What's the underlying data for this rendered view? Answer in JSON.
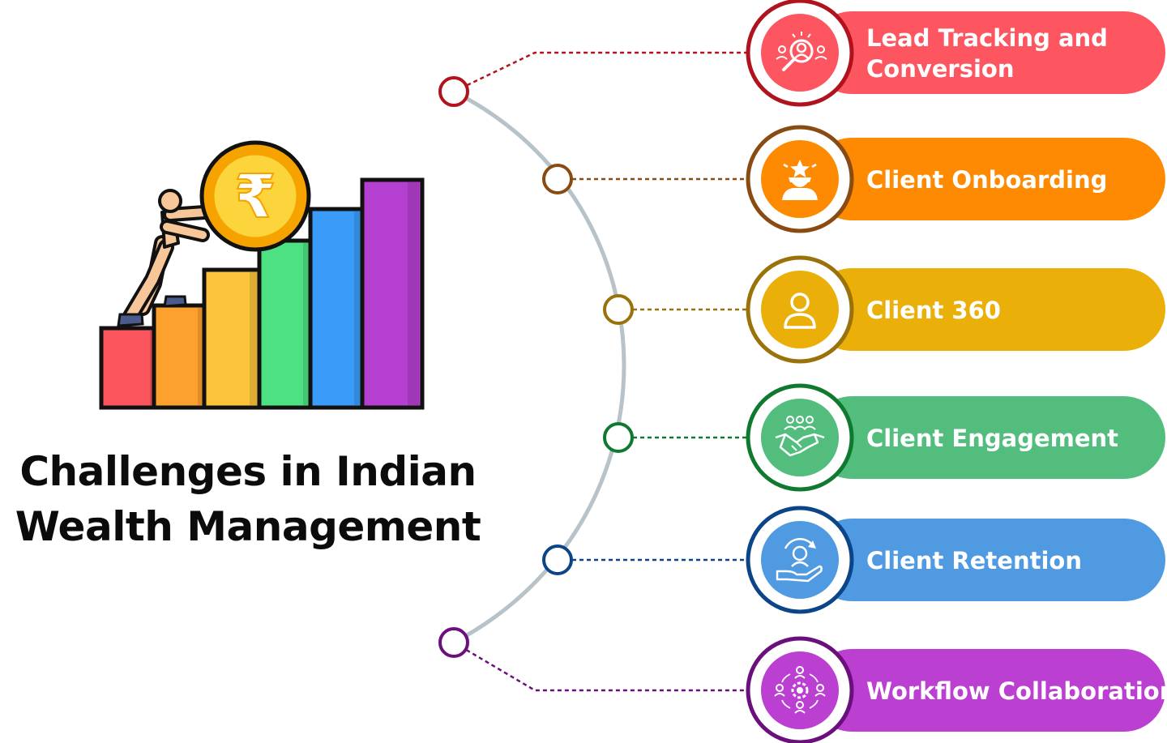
{
  "title": {
    "line1": "Challenges in Indian",
    "line2": "Wealth Management"
  },
  "hero": {
    "icon": "rupee-coin-growth-chart-icon",
    "coin_symbol": "₹",
    "bar_colors": [
      "#fa545c",
      "#fda12e",
      "#fcc43a",
      "#4ee184",
      "#3a9cf8",
      "#b53fd0"
    ]
  },
  "arc_color": "#b8c2c9",
  "items": [
    {
      "label_lines": [
        "Lead Tracking and",
        "Conversion"
      ],
      "icon": "search-people-icon",
      "color": "#fd5661",
      "ring": "#b0121e"
    },
    {
      "label_lines": [
        "Client Onboarding"
      ],
      "icon": "star-user-icon",
      "color": "#fd8a00",
      "ring": "#8a4b12"
    },
    {
      "label_lines": [
        "Client 360"
      ],
      "icon": "user-icon",
      "color": "#ebaf09",
      "ring": "#9a720a"
    },
    {
      "label_lines": [
        "Client Engagement"
      ],
      "icon": "handshake-icon",
      "color": "#53bd7e",
      "ring": "#0f7a2f"
    },
    {
      "label_lines": [
        "Client Retention"
      ],
      "icon": "hand-care-user-icon",
      "color": "#4f9ae1",
      "ring": "#0b4587"
    },
    {
      "label_lines": [
        "Workflow Collaboration"
      ],
      "icon": "collaboration-gear-icon",
      "color": "#bb3fd0",
      "ring": "#6b0f7d"
    }
  ]
}
